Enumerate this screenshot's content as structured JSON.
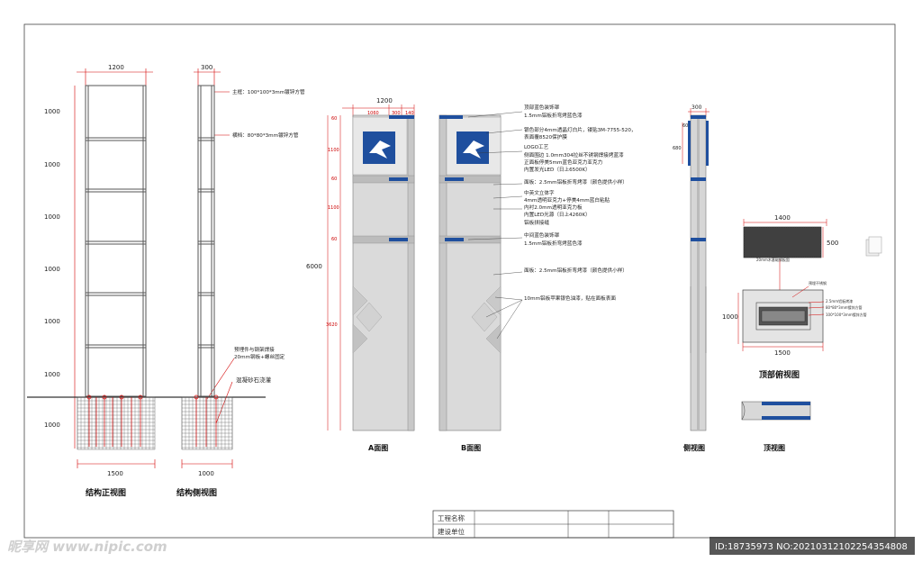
{
  "colors": {
    "blue": "#1f4f9e",
    "panel": "#d8d8d8",
    "dimension_red": "#d40000",
    "frame": "#555555"
  },
  "structure_front": {
    "width_label": "1200",
    "base_label": "1500",
    "spans": [
      "1000",
      "1000",
      "1000",
      "1000",
      "1000",
      "1000",
      "1000"
    ],
    "caption": "结构正视图"
  },
  "structure_side": {
    "width_label": "300",
    "base_label": "1000",
    "caption": "结构侧视图",
    "notes": [
      "主框：100*100*3mm镀锌方管",
      "横档：80*80*3mm镀锌方管",
      "预埋件与钢架焊接",
      "20mm钢板+螺丝固定",
      "混凝砂石浇灌"
    ]
  },
  "face_a": {
    "width_label": "1200",
    "sub_widths": [
      "1060",
      "300",
      "140"
    ],
    "height_label": "6000",
    "segments": [
      "60",
      "1100",
      "60",
      "1100",
      "60",
      "3620"
    ],
    "caption": "A面图"
  },
  "face_b": {
    "caption": "B面图",
    "notes": [
      "顶部蓝色装饰罩",
      "1.5mm铝板折弯烤蓝色漆",
      "银色部分4mm透晶灯白片，镂贴3M-7755-520，",
      "表面覆8520保护膜",
      "LOGO工艺",
      "侧面围边 1.0mm304拉丝不锈钢焊接烤蓝漆",
      "正面板停美5mm蓝色亚克力亚克力",
      "内置发光LED（日上6500K）",
      "面板：2.5mm铝板折弯烤漆（颜色提供小样）",
      "中英文立体字",
      "4mm透明亚克力+停美4mm蓝白粘贴",
      "内衬2.0mm透明亚克力板",
      "内置LED光源（日上4260K）",
      "铝板拼接缝",
      "中间蓝色装饰罩",
      "1.5mm铝板折弯烤蓝色漆",
      "面板：2.5mm铝板折弯烤漆（颜色提供小样）",
      "10mm铝板苹果银色油漆，贴在面板表面"
    ]
  },
  "side_view": {
    "width_label": "300",
    "sub_labels": [
      "60",
      "680"
    ],
    "caption": "侧视图"
  },
  "top_view": {
    "top_width_label": "1400",
    "top_height_label": "500",
    "base_width_label": "1500",
    "base_height_label": "1000",
    "small_note": "20mm木基础钢板固",
    "notes": [
      "预埋不锈钢",
      "2.5mm铝板烤漆",
      "80*80*3mm镀锌方管",
      "100*100*3mm镀锌方管"
    ],
    "caption": "顶部俯视图",
    "caption2": "顶视图"
  },
  "title_block": {
    "rows": [
      "工程名称",
      "建设单位"
    ]
  },
  "watermark": {
    "left": "昵享网 www.nipic.com",
    "right": "ID:18735973 NO:20210312102254354808"
  }
}
